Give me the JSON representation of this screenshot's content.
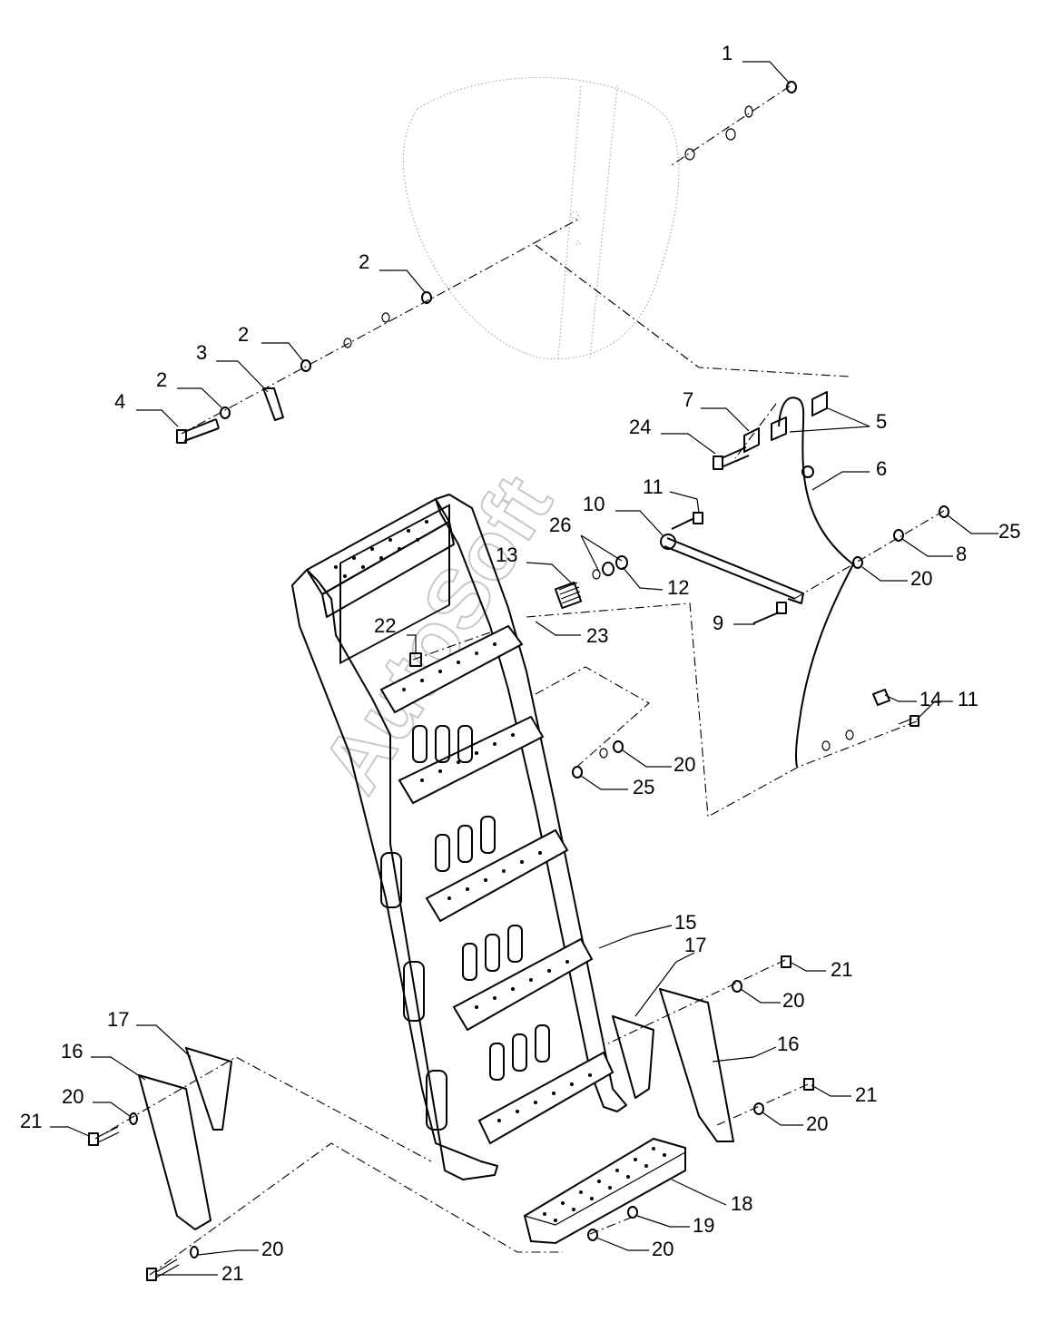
{
  "watermark": "AutoSoft",
  "callouts": [
    {
      "id": "c1",
      "text": "1"
    },
    {
      "id": "c2a",
      "text": "2"
    },
    {
      "id": "c2b",
      "text": "2"
    },
    {
      "id": "c2c",
      "text": "2"
    },
    {
      "id": "c3",
      "text": "3"
    },
    {
      "id": "c4",
      "text": "4"
    },
    {
      "id": "c5",
      "text": "5"
    },
    {
      "id": "c6",
      "text": "6"
    },
    {
      "id": "c7",
      "text": "7"
    },
    {
      "id": "c24",
      "text": "24"
    },
    {
      "id": "c11a",
      "text": "11"
    },
    {
      "id": "c10",
      "text": "10"
    },
    {
      "id": "c26",
      "text": "26"
    },
    {
      "id": "c13",
      "text": "13"
    },
    {
      "id": "c12",
      "text": "12"
    },
    {
      "id": "c23",
      "text": "23"
    },
    {
      "id": "c22",
      "text": "22"
    },
    {
      "id": "c9",
      "text": "9"
    },
    {
      "id": "c25a",
      "text": "25"
    },
    {
      "id": "c8",
      "text": "8"
    },
    {
      "id": "c20a",
      "text": "20"
    },
    {
      "id": "c11b",
      "text": "11"
    },
    {
      "id": "c14",
      "text": "14"
    },
    {
      "id": "c20b",
      "text": "20"
    },
    {
      "id": "c25b",
      "text": "25"
    },
    {
      "id": "c15",
      "text": "15"
    },
    {
      "id": "c17a",
      "text": "17"
    },
    {
      "id": "c21a",
      "text": "21"
    },
    {
      "id": "c20c",
      "text": "20"
    },
    {
      "id": "c16a",
      "text": "16"
    },
    {
      "id": "c21b",
      "text": "21"
    },
    {
      "id": "c20d",
      "text": "20"
    },
    {
      "id": "c17b",
      "text": "17"
    },
    {
      "id": "c16b",
      "text": "16"
    },
    {
      "id": "c20e",
      "text": "20"
    },
    {
      "id": "c21c",
      "text": "21"
    },
    {
      "id": "c20f",
      "text": "20"
    },
    {
      "id": "c21d",
      "text": "21"
    },
    {
      "id": "c18",
      "text": "18"
    },
    {
      "id": "c19",
      "text": "19"
    },
    {
      "id": "c20g",
      "text": "20"
    }
  ]
}
